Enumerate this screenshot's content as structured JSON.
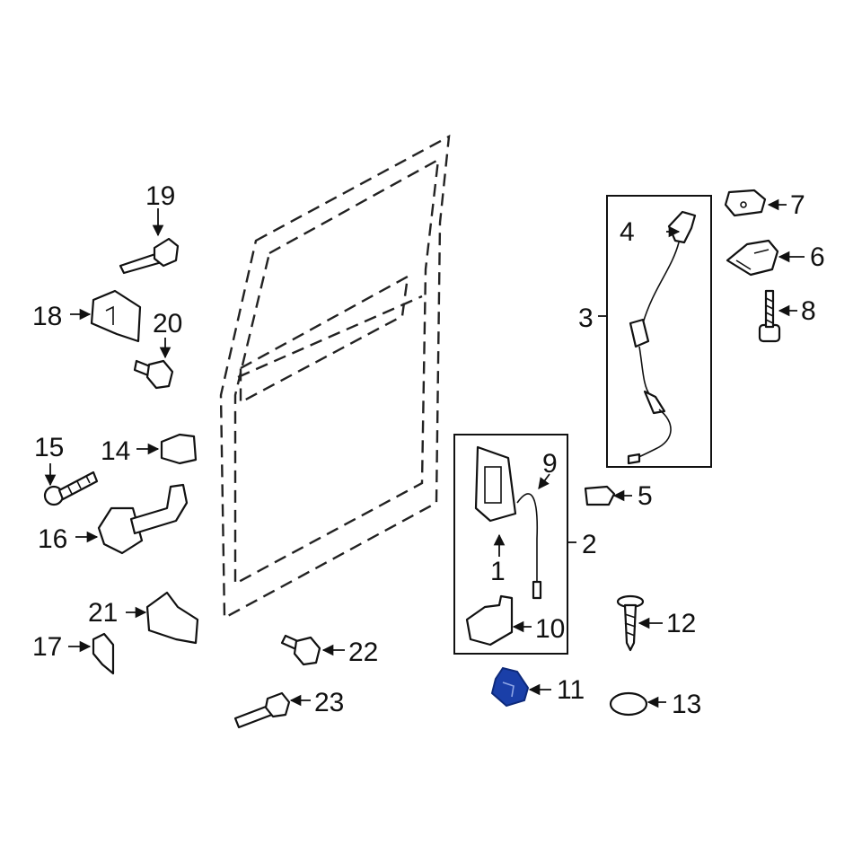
{
  "diagram": {
    "callouts": [
      {
        "id": "1",
        "label": "1"
      },
      {
        "id": "2",
        "label": "2"
      },
      {
        "id": "3",
        "label": "3"
      },
      {
        "id": "4",
        "label": "4"
      },
      {
        "id": "5",
        "label": "5"
      },
      {
        "id": "6",
        "label": "6"
      },
      {
        "id": "7",
        "label": "7"
      },
      {
        "id": "8",
        "label": "8"
      },
      {
        "id": "9",
        "label": "9"
      },
      {
        "id": "10",
        "label": "10"
      },
      {
        "id": "11",
        "label": "11"
      },
      {
        "id": "12",
        "label": "12"
      },
      {
        "id": "13",
        "label": "13"
      },
      {
        "id": "14",
        "label": "14"
      },
      {
        "id": "15",
        "label": "15"
      },
      {
        "id": "16",
        "label": "16"
      },
      {
        "id": "17",
        "label": "17"
      },
      {
        "id": "18",
        "label": "18"
      },
      {
        "id": "19",
        "label": "19"
      },
      {
        "id": "20",
        "label": "20"
      },
      {
        "id": "21",
        "label": "21"
      },
      {
        "id": "22",
        "label": "22"
      },
      {
        "id": "23",
        "label": "23"
      }
    ],
    "highlight_color": "#1a3fa8",
    "line_color": "#111111"
  }
}
